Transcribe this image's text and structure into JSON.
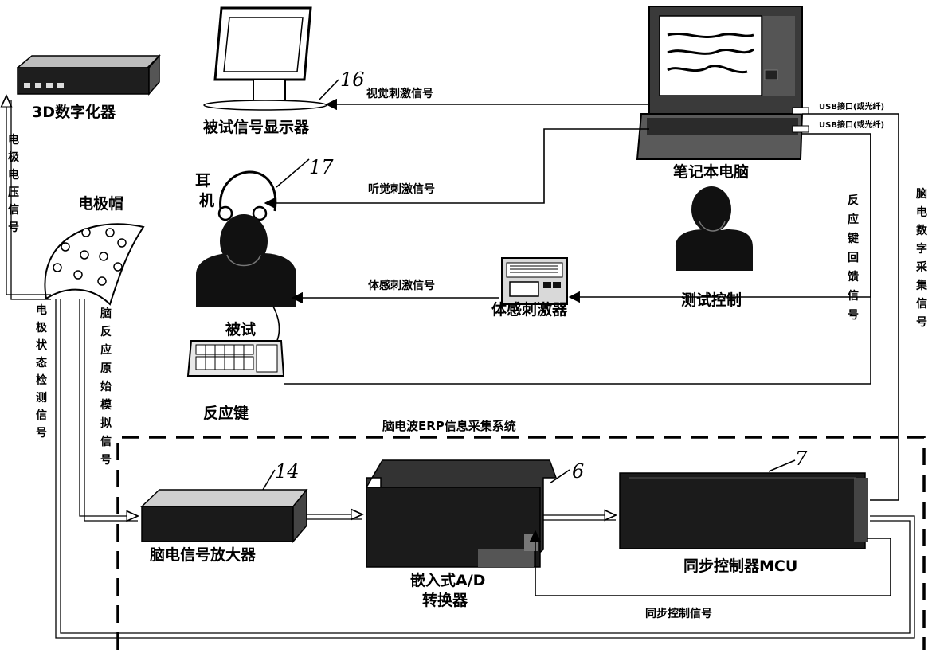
{
  "devices": {
    "digitizer": "3D数字化器",
    "monitor": "被试信号显示器",
    "laptop": "笔记本电脑",
    "earphone_1": "耳",
    "earphone_2": "机",
    "cap": "电极帽",
    "subject": "被试",
    "operator": "测试控制",
    "stimulator": "体感刺激器",
    "keyboard": "反应键",
    "amplifier": "脑电信号放大器",
    "adc_1": "嵌入式A/D",
    "adc_2": "转换器",
    "mcu": "同步控制器MCU"
  },
  "signals": {
    "visual": "视觉刺激信号",
    "auditory": "听觉刺激信号",
    "somatic": "体感刺激信号",
    "sync": "同步控制信号",
    "usb_1": "USB接口(或光纤)",
    "usb_2": "USB接口(或光纤)"
  },
  "vertical_labels": {
    "electrode_voltage": "电极电压信号",
    "electrode_status": "电极状态检测信号",
    "brain_raw": "脑反应原始模拟信号",
    "key_feedback": "反应键回馈信号",
    "eeg_digital": "脑电数字采集信号"
  },
  "system_title": "脑电波ERP信息采集系统",
  "ref_numbers": {
    "monitor": "16",
    "earphone": "17",
    "amplifier": "14",
    "adc": "6",
    "mcu": "7"
  }
}
